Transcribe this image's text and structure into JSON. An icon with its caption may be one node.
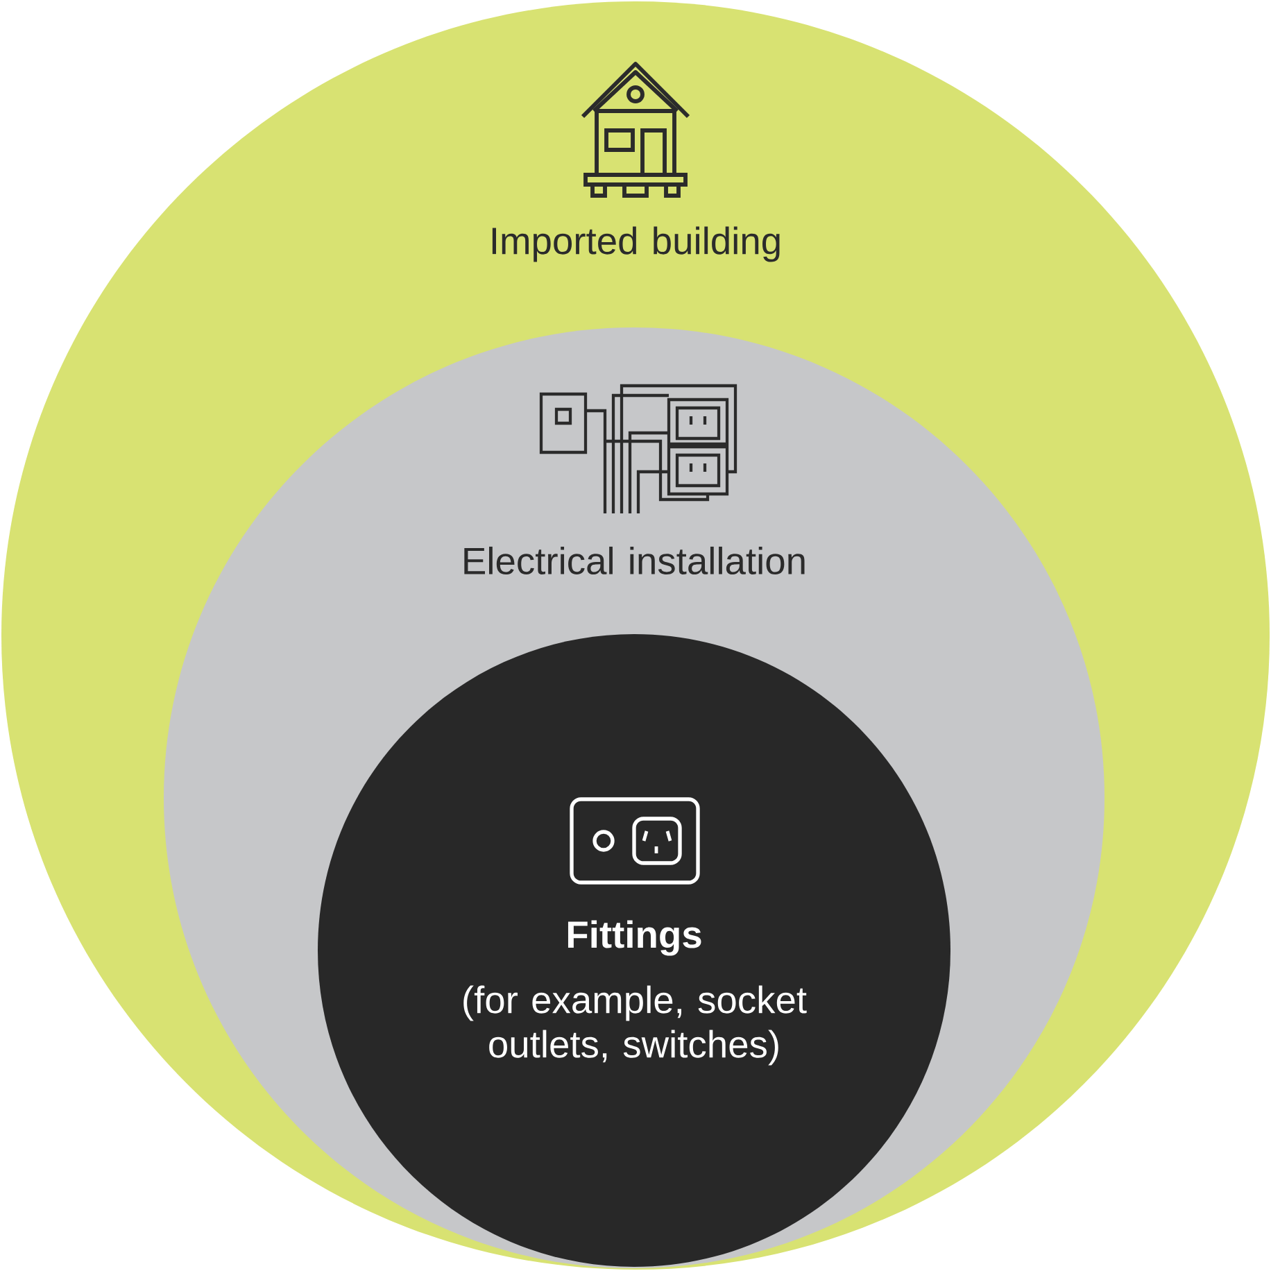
{
  "diagram": {
    "nodes": [
      {
        "text": [
          "Imported building"
        ]
      },
      {
        "text": [
          "Electrical installation"
        ],
        "in": 0
      },
      {
        "text": [
          "Fittings",
          "(for example, socket outlets, switches)"
        ],
        "in": 1
      }
    ]
  }
}
